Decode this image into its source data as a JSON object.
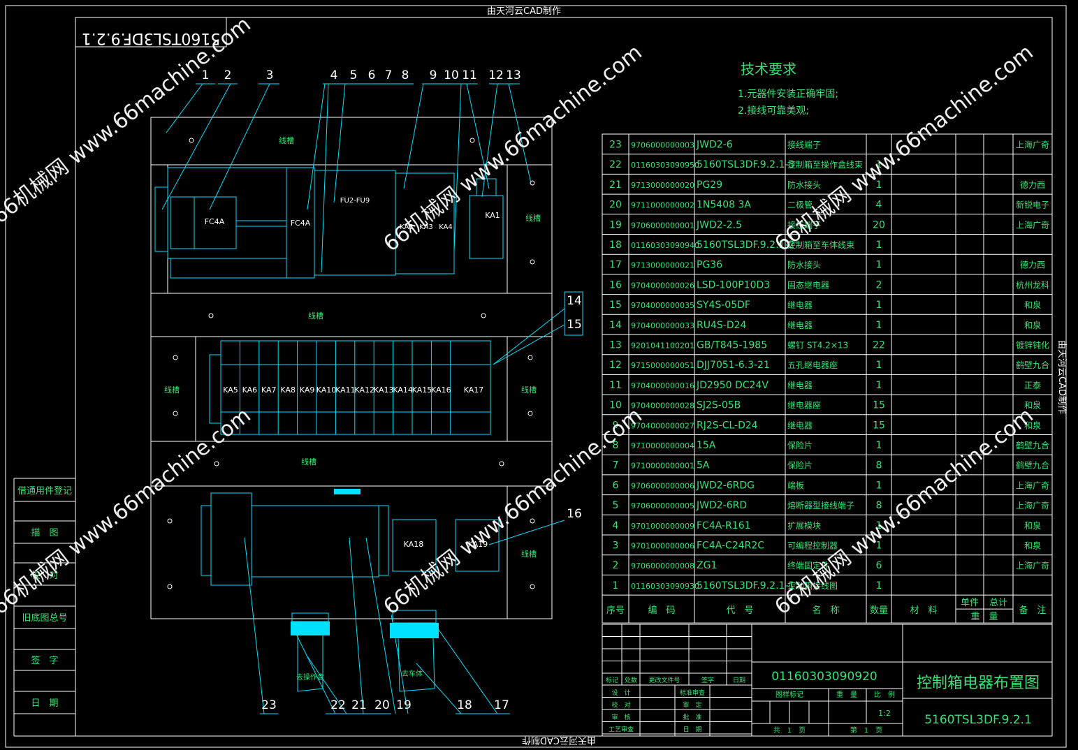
{
  "credit_top": "由天河云CAD制作",
  "credit_bottom": "由天河云CAD制作",
  "credit_right": "由天河云CAD制作",
  "drawing_no_mirrored": "5160TSL3DF.9.2.1",
  "watermark": "66机械网 www.66machine.com",
  "tech_req": {
    "title": "技术要求",
    "lines": [
      "1.元器件安装正确牢固;",
      "2.接线可靠美观;"
    ]
  },
  "left_strip": [
    "借通用件登记",
    "描　图",
    "校　对",
    "旧底图总号",
    "签　字",
    "日　期"
  ],
  "callouts_top": [
    "1",
    "2",
    "3",
    "4",
    "5",
    "6",
    "7",
    "8",
    "9",
    "10",
    "11",
    "12",
    "13"
  ],
  "callouts_side": [
    "14",
    "15",
    "16"
  ],
  "callouts_bottom": [
    "23",
    "22",
    "21",
    "20",
    "19",
    "18",
    "17"
  ],
  "components": {
    "duct": "线槽",
    "fc4a": "FC4A",
    "fu": "FU2-FU9",
    "ka_top": [
      "KA2",
      "KA3",
      "KA4"
    ],
    "ka1": "KA1",
    "ka_row": [
      "KA5",
      "KA6",
      "KA7",
      "KA8",
      "KA9",
      "KA10",
      "KA11",
      "KA12",
      "KA13",
      "KA14",
      "KA15",
      "KA16",
      "KA17"
    ],
    "ka18": "KA18",
    "ka19": "KA19",
    "cable_left": "去操作盒",
    "cable_right": "去车体"
  },
  "bom_header": [
    "序号",
    "编　码",
    "代　号",
    "名　称",
    "数量",
    "材　料",
    "单件",
    "总计",
    "重　量",
    "备　注"
  ],
  "bom_rows": [
    [
      "23",
      "9706000000003",
      "JWD2-6",
      "接线端子",
      "",
      "",
      "上海广奇"
    ],
    [
      "22",
      "01160303090950",
      "5160TSL3DF.9.2.1-3",
      "控制箱至操作盒线束",
      "1",
      "",
      ""
    ],
    [
      "21",
      "9713000000020",
      "PG29",
      "防水接头",
      "1",
      "",
      "德力西"
    ],
    [
      "20",
      "9711000000002",
      "1N5408 3A",
      "二极管",
      "4",
      "",
      "新锐电子"
    ],
    [
      "19",
      "9706000000001",
      "JWD2-2.5",
      "接线端子",
      "20",
      "",
      "上海广奇"
    ],
    [
      "18",
      "01160303090940",
      "5160TSL3DF.9.2.1-2",
      "控制箱至车体线束",
      "1",
      "",
      ""
    ],
    [
      "17",
      "9713000000021",
      "PG36",
      "防水接头",
      "1",
      "",
      "德力西"
    ],
    [
      "16",
      "9704000000026",
      "LSD-100P10D3",
      "固态继电器",
      "2",
      "",
      "杭州龙科"
    ],
    [
      "15",
      "9704000000035",
      "SY4S-05DF",
      "继电器",
      "1",
      "",
      "和泉"
    ],
    [
      "14",
      "9704000000033",
      "RU4S-D24",
      "继电器",
      "1",
      "",
      "和泉"
    ],
    [
      "13",
      "9201041100201",
      "GB/T845-1985",
      "螺钉 ST4.2×13",
      "22",
      "",
      "镀锌钝化"
    ],
    [
      "12",
      "9715000000051",
      "DJJ7051-6.3-21",
      "五孔继电器座",
      "1",
      "",
      "鹤壁九合"
    ],
    [
      "11",
      "9704000000016",
      "JD2950 DC24V",
      "继电器",
      "1",
      "",
      "正泰"
    ],
    [
      "10",
      "9704000000028",
      "SJ2S-05B",
      "继电器座",
      "15",
      "",
      "和泉"
    ],
    [
      "9",
      "9704000000027",
      "RJ2S-CL-D24",
      "继电器",
      "15",
      "",
      "和泉"
    ],
    [
      "8",
      "9710000000004",
      "15A",
      "保险片",
      "1",
      "",
      "鹤壁九合"
    ],
    [
      "7",
      "9710000000001",
      "5A",
      "保险片",
      "8",
      "",
      "鹤壁九合"
    ],
    [
      "6",
      "9706000000006",
      "JWD2-6RDG",
      "端板",
      "1",
      "",
      "上海广奇"
    ],
    [
      "5",
      "9706000000005",
      "JWD2-6RD",
      "熔断器型接线端子",
      "8",
      "",
      "上海广奇"
    ],
    [
      "4",
      "9701000000009",
      "FC4A-R161",
      "扩展模块",
      "1",
      "",
      "和泉"
    ],
    [
      "3",
      "9701000000006",
      "FC4A-C24R2C",
      "可编程控制器",
      "1",
      "",
      "和泉"
    ],
    [
      "2",
      "9706000000008",
      "ZG1",
      "终端固定件",
      "6",
      "",
      "上海广奇"
    ],
    [
      "1",
      "01160303090930",
      "5160TSL3DF.9.2.1-1",
      "控制箱接线图",
      "1",
      "",
      ""
    ]
  ],
  "title_block": {
    "code": "01160303090920",
    "name": "控制箱电器布置图",
    "drawing_no": "5160TSL3DF.9.2.1",
    "scale": "1:2",
    "rev_labels": [
      "标记",
      "处数",
      "更改文件号",
      "签字",
      "日期"
    ],
    "roles_left": [
      "设　计",
      "校　对",
      "审　核",
      "工艺审查"
    ],
    "roles_mid": [
      "标准审查",
      "审　定",
      "批　准",
      "日　期"
    ],
    "stage_label": "图样标记",
    "weight_label": "重　量",
    "scale_label": "比　例",
    "total_sheets": "共　1　页",
    "sheet": "第　1　页"
  }
}
